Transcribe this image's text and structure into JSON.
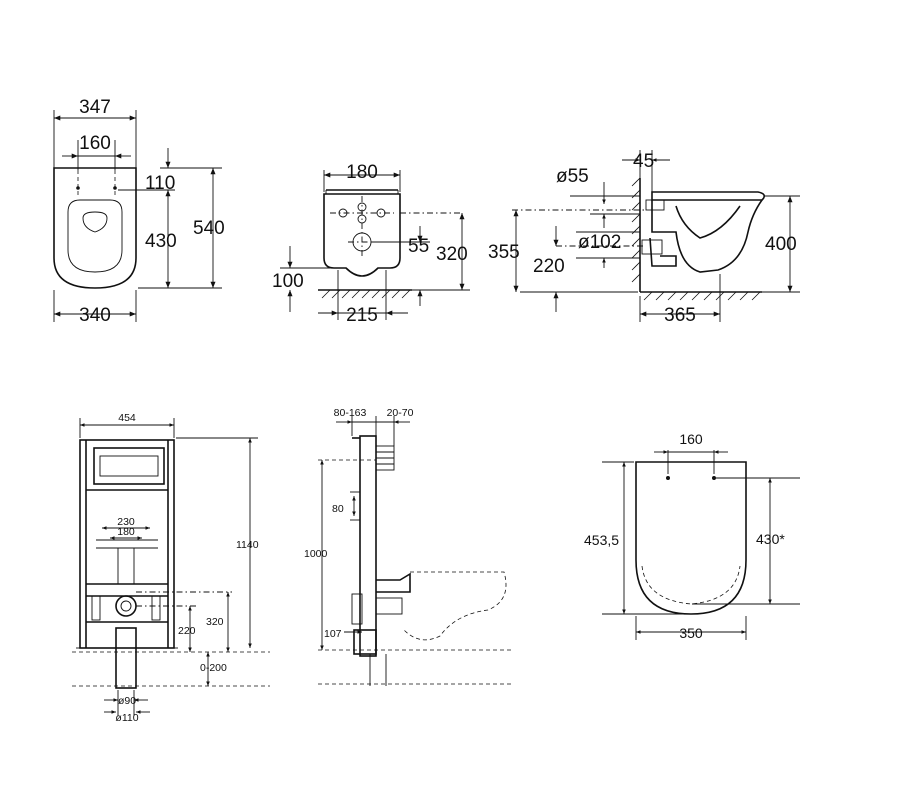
{
  "top_left": {
    "d347": "347",
    "d160": "160",
    "d110": "110",
    "d430": "430",
    "d540": "540",
    "d340": "340"
  },
  "top_middle": {
    "d180": "180",
    "d55": "55",
    "d320": "320",
    "d100": "100",
    "d215": "215"
  },
  "top_right": {
    "d45": "45",
    "d55dia": "ø55",
    "d102dia": "ø102",
    "d355": "355",
    "d220": "220",
    "d400": "400",
    "d365": "365"
  },
  "frame_front": {
    "d454": "454",
    "d230": "230",
    "d180": "180",
    "d1140": "1140",
    "d320": "320",
    "d220": "220",
    "d0200": "0-200",
    "d90dia": "ø90",
    "d110dia": "ø110"
  },
  "frame_side": {
    "d80163": "80-163",
    "d2070": "20-70",
    "d80": "80",
    "d1000": "1000",
    "d107": "107"
  },
  "seat": {
    "d160": "160",
    "d4535": "453,5",
    "d430": "430*",
    "d350": "350"
  }
}
